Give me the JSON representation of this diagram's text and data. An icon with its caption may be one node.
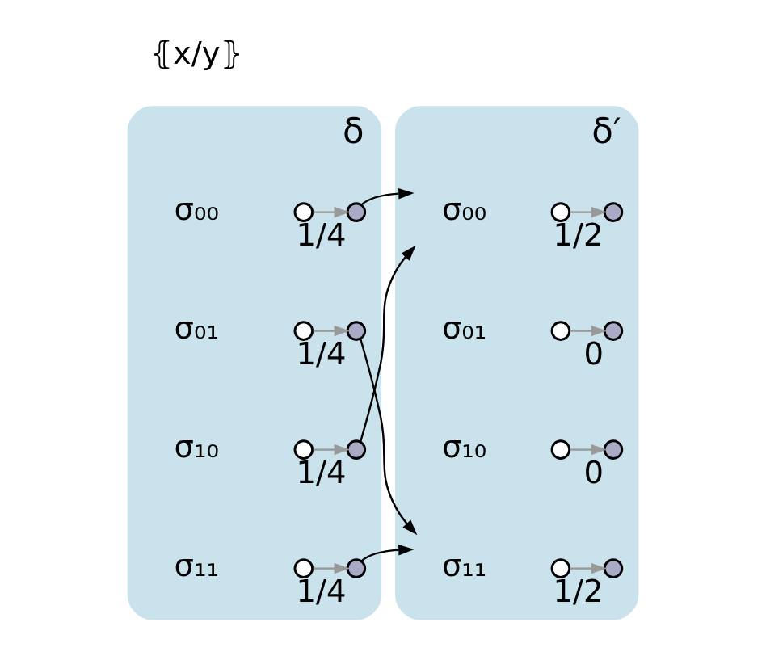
{
  "diagram": {
    "nodes": [
      {
        "text": [
          "δ"
        ]
      },
      {
        "text": [
          "σ₀₀"
        ],
        "in": 0
      },
      {
        "text": [],
        "shape": "circle",
        "in": 0
      },
      {
        "text": [],
        "shape": "circle",
        "in": 0,
        "beside": [
          "1/4"
        ]
      },
      {
        "text": [
          "σ₀₁"
        ],
        "in": 0
      },
      {
        "text": [],
        "shape": "circle",
        "in": 0
      },
      {
        "text": [],
        "shape": "circle",
        "in": 0,
        "beside": [
          "1/4"
        ]
      },
      {
        "text": [
          "σ₁₀"
        ],
        "in": 0
      },
      {
        "text": [],
        "shape": "circle",
        "in": 0
      },
      {
        "text": [],
        "shape": "circle",
        "in": 0,
        "beside": [
          "1/4"
        ]
      },
      {
        "text": [
          "σ₁₁"
        ],
        "in": 0
      },
      {
        "text": [],
        "shape": "circle",
        "in": 0
      },
      {
        "text": [],
        "shape": "circle",
        "in": 0,
        "beside": [
          "1/4"
        ]
      },
      {
        "text": [
          "δ′"
        ]
      },
      {
        "text": [
          "σ₀₀"
        ],
        "in": 13
      },
      {
        "text": [],
        "shape": "circle",
        "in": 13
      },
      {
        "text": [],
        "shape": "circle",
        "in": 13,
        "beside": [
          "1/2"
        ]
      },
      {
        "text": [
          "σ₀₁"
        ],
        "in": 13
      },
      {
        "text": [],
        "shape": "circle",
        "in": 13
      },
      {
        "text": [],
        "shape": "circle",
        "in": 13,
        "beside": [
          "0"
        ]
      },
      {
        "text": [
          "σ₁₀"
        ],
        "in": 13
      },
      {
        "text": [],
        "shape": "circle",
        "in": 13
      },
      {
        "text": [],
        "shape": "circle",
        "in": 13,
        "beside": [
          "0"
        ]
      },
      {
        "text": [
          "σ₁₁"
        ],
        "in": 13
      },
      {
        "text": [],
        "shape": "circle",
        "in": 13
      },
      {
        "text": [],
        "shape": "circle",
        "in": 13,
        "beside": [
          "1/2"
        ]
      }
    ],
    "edges": [
      {
        "from": 2,
        "to": 3,
        "arrow": "to"
      },
      {
        "from": 5,
        "to": 6,
        "arrow": "to"
      },
      {
        "from": 8,
        "to": 9,
        "arrow": "to"
      },
      {
        "from": 11,
        "to": 12,
        "arrow": "to"
      },
      {
        "from": 15,
        "to": 16,
        "arrow": "to"
      },
      {
        "from": 18,
        "to": 19,
        "arrow": "to"
      },
      {
        "from": 21,
        "to": 22,
        "arrow": "to"
      },
      {
        "from": 24,
        "to": 25,
        "arrow": "to"
      },
      {
        "from": 3,
        "to": 14,
        "arrow": "to",
        "color": "#000000"
      },
      {
        "from": 6,
        "to": 23,
        "arrow": "to",
        "color": "#000000"
      },
      {
        "from": 9,
        "to": 14,
        "arrow": "to",
        "color": "#000000"
      },
      {
        "from": 12,
        "to": 23,
        "arrow": "to",
        "color": "#000000"
      }
    ],
    "labels": [
      "⦃x/y⦄"
    ]
  }
}
